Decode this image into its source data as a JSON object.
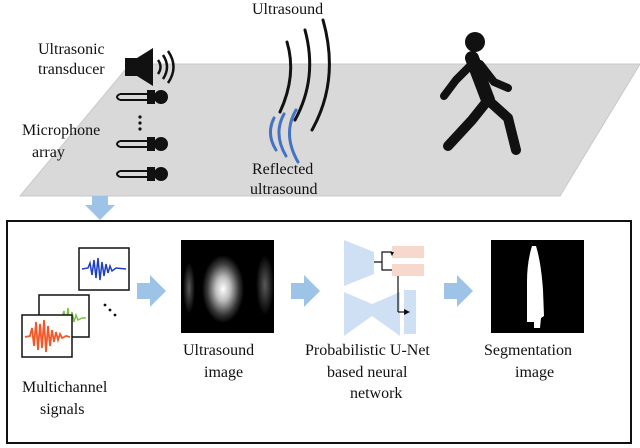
{
  "top_scene": {
    "ultrasound_label": "Ultrasound",
    "transducer_label_line1": "Ultrasonic",
    "transducer_label_line2": "transducer",
    "microphone_label_line1": "Microphone",
    "microphone_label_line2": "array",
    "reflected_label_line1": "Reflected",
    "reflected_label_line2": "ultrasound",
    "icons": [
      "speaker-icon",
      "microphone-icon",
      "walking-person-icon"
    ]
  },
  "pipeline": {
    "signals_label_line1": "Multichannel",
    "signals_label_line2": "signals",
    "ultrasound_image_label_line1": "Ultrasound",
    "ultrasound_image_label_line2": "image",
    "network_label_line1": "Probabilistic U-Net",
    "network_label_line2": "based neural",
    "network_label_line3": "network",
    "segmentation_label_line1": "Segmentation",
    "segmentation_label_line2": "image",
    "ellipsis": "..."
  },
  "colors": {
    "floor": "#d9d9d9",
    "arrow": "#9dc3e6",
    "wave_blue": "#4472c4",
    "signal_blue": "#1f3fbf",
    "signal_green": "#7cc242",
    "signal_red": "#f05a28",
    "network_blue": "#cfe0f5",
    "network_pink": "#f8d8cc"
  }
}
